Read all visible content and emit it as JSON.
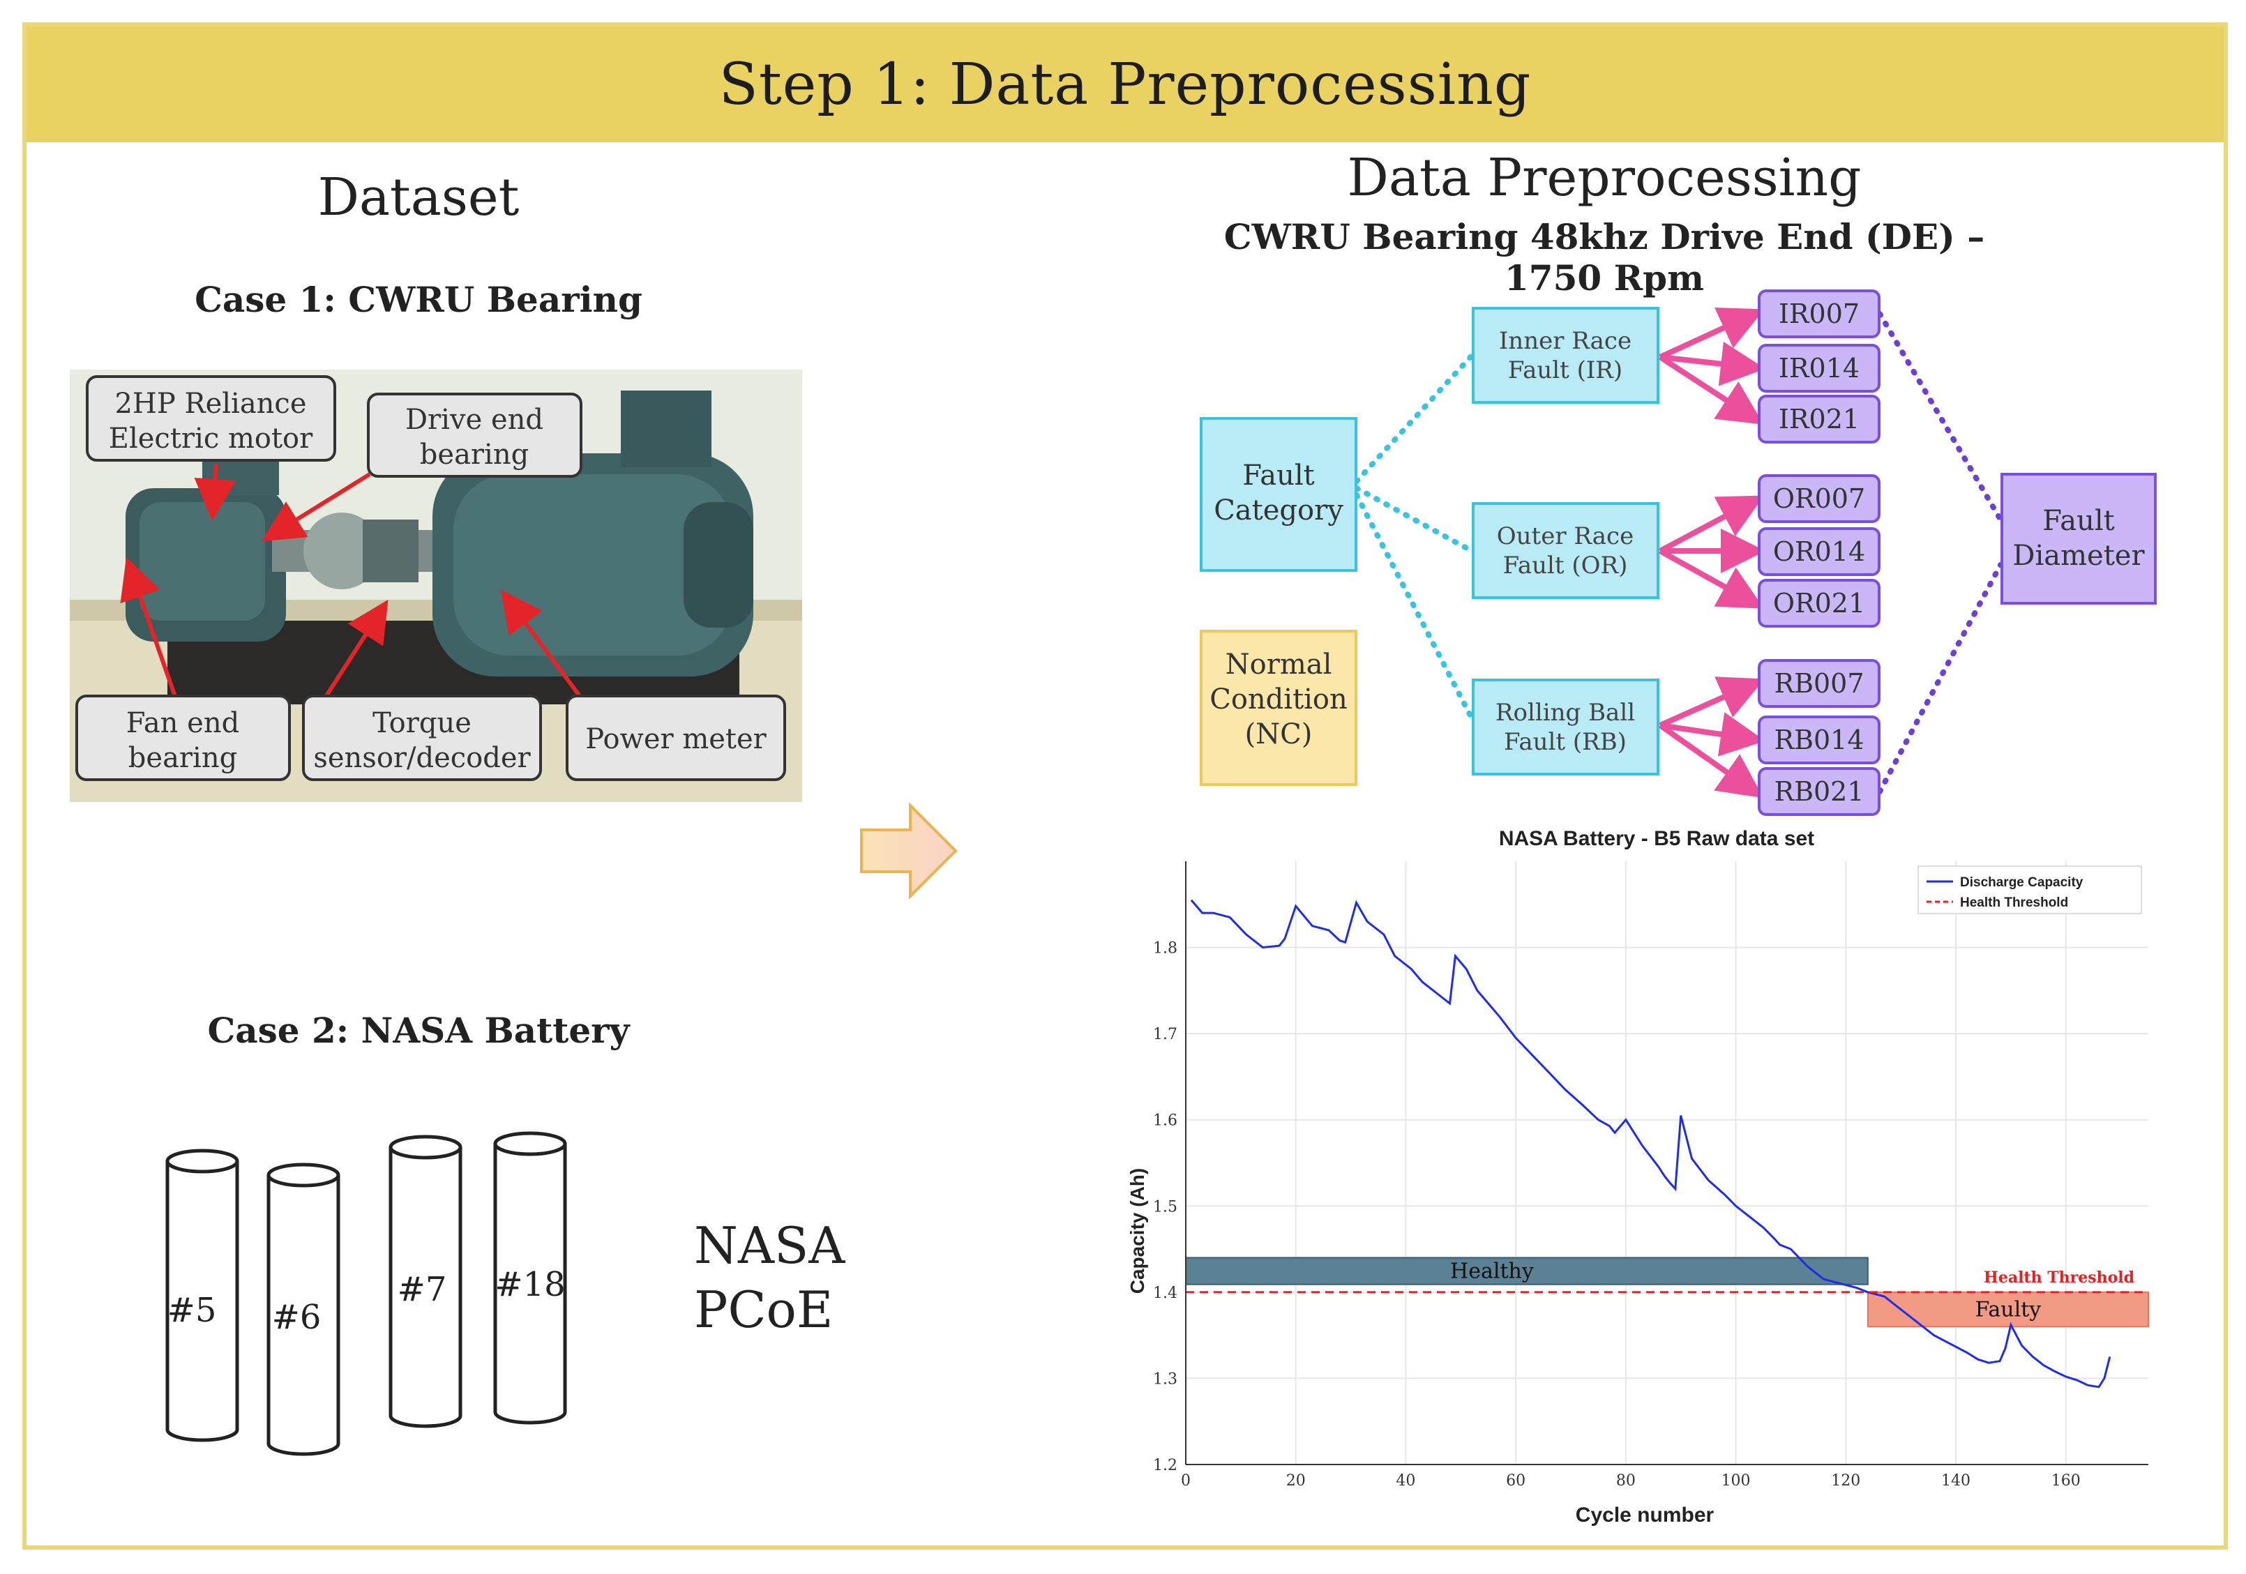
{
  "banner": {
    "title": "Step 1: Data Preprocessing"
  },
  "left": {
    "heading": "Dataset",
    "case1_title": "Case 1: CWRU Bearing",
    "photo_labels": {
      "motor": [
        "2HP Reliance",
        "Electric motor"
      ],
      "drive_end": [
        "Drive end",
        "bearing"
      ],
      "fan_end": [
        "Fan end",
        "bearing"
      ],
      "torque": [
        "Torque",
        "sensor/decoder"
      ],
      "power": "Power meter"
    },
    "case2_title": "Case 2: NASA Battery",
    "batteries": [
      "#5",
      "#6",
      "#7",
      "#18"
    ],
    "nasa_label": [
      "NASA",
      "PCoE"
    ]
  },
  "right": {
    "heading": "Data Preprocessing",
    "subtitle": "CWRU Bearing 48khz Drive End (DE) – 1750 Rpm",
    "fault_category": [
      "Fault",
      "Category"
    ],
    "normal_condition": [
      "Normal",
      "Condition",
      "(NC)"
    ],
    "fault_types": [
      {
        "label": [
          "Inner Race",
          "Fault (IR)"
        ],
        "classes": [
          "IR007",
          "IR014",
          "IR021"
        ]
      },
      {
        "label": [
          "Outer Race",
          "Fault (OR)"
        ],
        "classes": [
          "OR007",
          "OR014",
          "OR021"
        ]
      },
      {
        "label": [
          "Rolling Ball",
          "Fault (RB)"
        ],
        "classes": [
          "RB007",
          "RB014",
          "RB021"
        ]
      }
    ],
    "fault_diameter": [
      "Fault",
      "Diameter"
    ]
  },
  "colors": {
    "banner": "#e9d162",
    "cyan_box": "#b9ebf7",
    "cyan_border": "#38c3e0",
    "purple_box": "#c9b7f7",
    "purple_border": "#7a4fe0",
    "pink_arrow": "#ec4f9c",
    "normal_box": "#fae7a9",
    "healthy_bar": "#5b8195",
    "faulty_bar": "#f39a85",
    "line": "#1f2ee6",
    "threshold": "#e8201f"
  },
  "chart_data": {
    "type": "line",
    "title": "NASA Battery - B5 Raw data set",
    "xlabel": "Cycle number",
    "ylabel": "Capacity (Ah)",
    "xlim": [
      0,
      175
    ],
    "ylim": [
      1.2,
      1.9
    ],
    "xticks": [
      0,
      20,
      40,
      60,
      80,
      100,
      120,
      140,
      160
    ],
    "yticks": [
      1.2,
      1.3,
      1.4,
      1.5,
      1.6,
      1.7,
      1.8
    ],
    "grid": true,
    "legend_position": "top-right",
    "series": [
      {
        "name": "Discharge Capacity",
        "color": "#1f2ee6",
        "x": [
          1,
          3,
          5,
          8,
          11,
          14,
          17,
          18,
          20,
          23,
          26,
          28,
          29,
          31,
          33,
          36,
          38,
          41,
          43,
          44,
          46,
          48,
          49,
          51,
          53,
          55,
          57,
          60,
          63,
          66,
          69,
          72,
          75,
          77,
          78,
          80,
          83,
          86,
          87,
          88,
          89,
          90,
          92,
          95,
          98,
          100,
          102,
          105,
          107,
          108,
          110,
          113,
          116,
          119,
          122,
          124,
          127,
          130,
          133,
          136,
          139,
          142,
          144,
          146,
          148,
          149,
          150,
          151,
          152,
          154,
          156,
          158,
          160,
          162,
          164,
          166,
          167,
          168
        ],
        "y": [
          1.855,
          1.84,
          1.84,
          1.835,
          1.815,
          1.8,
          1.802,
          1.81,
          1.848,
          1.825,
          1.82,
          1.808,
          1.806,
          1.852,
          1.83,
          1.815,
          1.79,
          1.775,
          1.76,
          1.755,
          1.745,
          1.735,
          1.79,
          1.775,
          1.75,
          1.735,
          1.72,
          1.695,
          1.675,
          1.655,
          1.635,
          1.618,
          1.6,
          1.593,
          1.585,
          1.6,
          1.57,
          1.545,
          1.535,
          1.527,
          1.52,
          1.605,
          1.555,
          1.53,
          1.513,
          1.5,
          1.49,
          1.475,
          1.462,
          1.455,
          1.45,
          1.43,
          1.415,
          1.41,
          1.405,
          1.4,
          1.395,
          1.38,
          1.365,
          1.35,
          1.34,
          1.33,
          1.322,
          1.318,
          1.32,
          1.335,
          1.362,
          1.35,
          1.338,
          1.325,
          1.315,
          1.308,
          1.302,
          1.298,
          1.292,
          1.29,
          1.3,
          1.325
        ]
      },
      {
        "name": "Health Threshold",
        "color": "#e8201f",
        "dashed": true,
        "x": [
          0,
          175
        ],
        "y": [
          1.4,
          1.4
        ]
      }
    ],
    "annotations": {
      "healthy_band": {
        "label": "Healthy",
        "x": [
          0,
          124
        ],
        "y": [
          1.409,
          1.44
        ]
      },
      "faulty_band": {
        "label": "Faulty",
        "x": [
          124,
          175
        ],
        "y": [
          1.36,
          1.4
        ]
      },
      "threshold_label": "Health Threshold"
    }
  }
}
